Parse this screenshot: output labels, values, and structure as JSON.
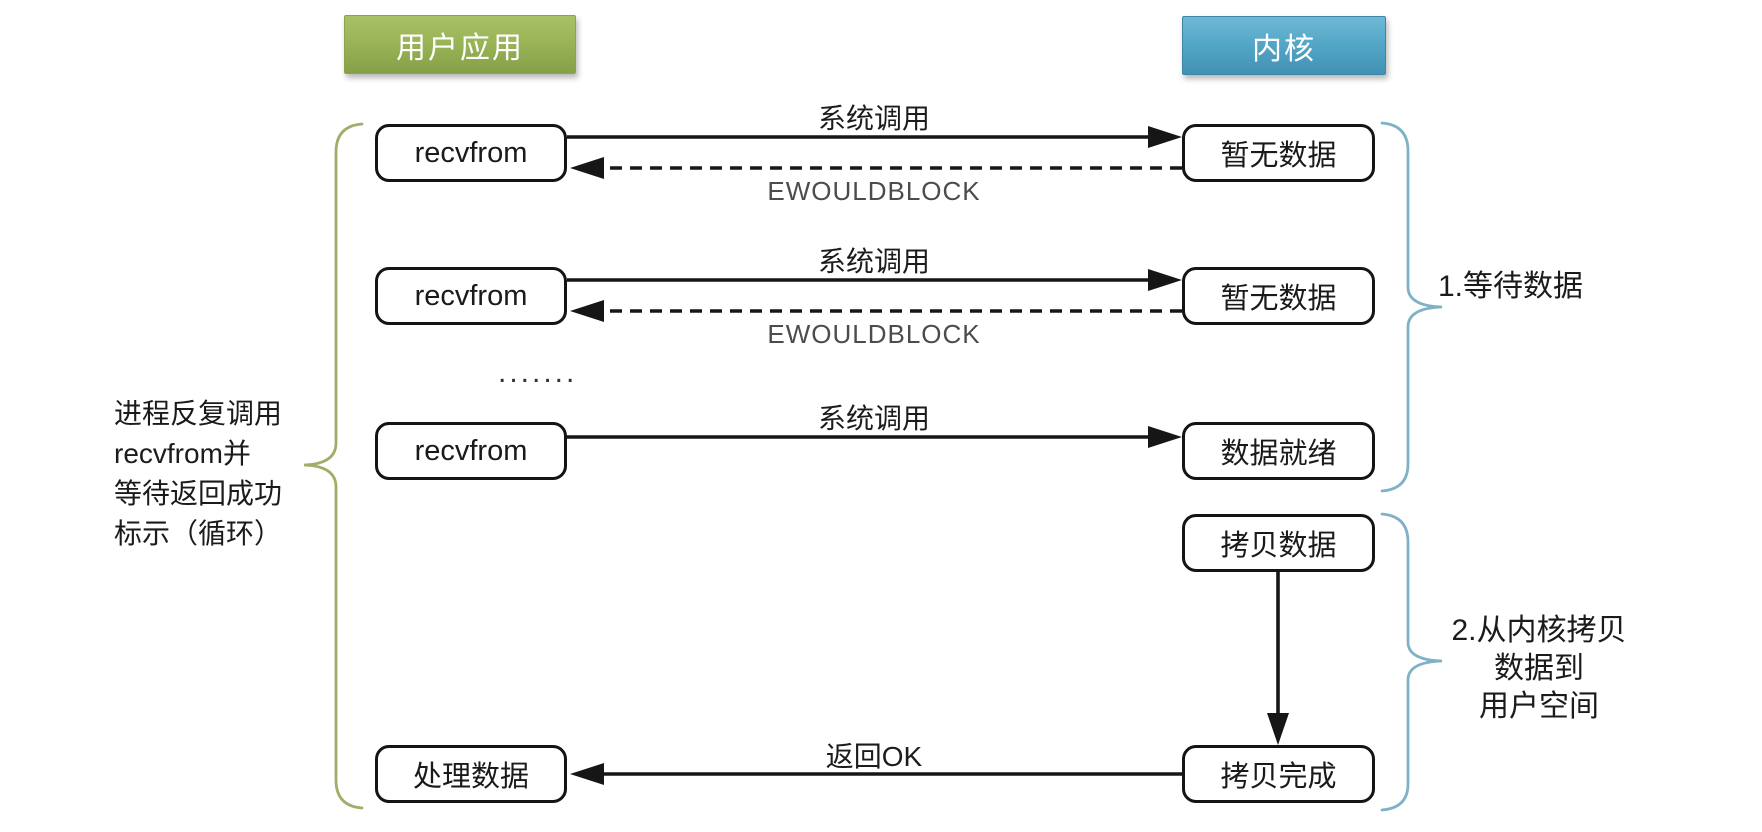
{
  "headers": {
    "user_app": "用户应用",
    "kernel": "内核"
  },
  "user_column": {
    "boxes": [
      {
        "label": "recvfrom"
      },
      {
        "label": "recvfrom"
      },
      {
        "label": "recvfrom"
      },
      {
        "label": "处理数据"
      }
    ],
    "ellipsis": "......."
  },
  "kernel_column": {
    "boxes": [
      {
        "label": "暂无数据"
      },
      {
        "label": "暂无数据"
      },
      {
        "label": "数据就绪"
      },
      {
        "label": "拷贝数据"
      },
      {
        "label": "拷贝完成"
      }
    ]
  },
  "arrow_labels": {
    "syscall": "系统调用",
    "ewouldblock": "EWOULDBLOCK",
    "return_ok": "返回OK"
  },
  "left_note": {
    "lines": [
      "进程反复调用",
      "recvfrom并",
      "等待返回成功",
      "标示（循环）"
    ]
  },
  "annotations": {
    "step1": "1.等待数据",
    "step2_lines": [
      "2.从内核拷贝",
      "数据到",
      "用户空间"
    ]
  },
  "colors": {
    "user_header_green": "#96b055",
    "kernel_header_blue": "#4f a0c2",
    "left_brace_olive": "#a3ad69",
    "right_brace_blue": "#7fb2c6",
    "arrow_black": "#161616",
    "ewouldblock_gray": "#4c4c4c"
  }
}
